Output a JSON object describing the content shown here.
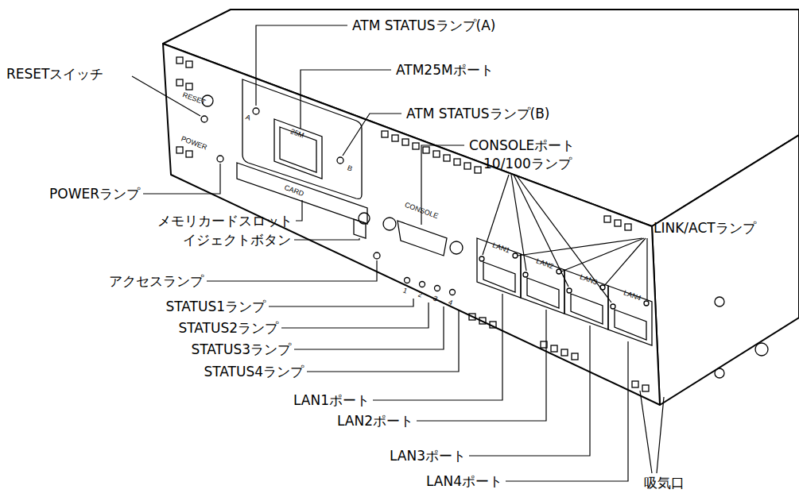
{
  "diagram": {
    "labels": [
      "ATM STATUSランプ(A)",
      "ATM25Mポート",
      "ATM STATUSランプ(B)",
      "CONSOLEポート",
      "10/100ランプ",
      "RESETスイッチ",
      "POWERランプ",
      "メモリカードスロット",
      "イジェクトボタン",
      "LINK/ACTランプ",
      "アクセスランプ",
      "STATUS1ランプ",
      "STATUS2ランプ",
      "STATUS3ランプ",
      "STATUS4ランプ",
      "LAN1ポート",
      "LAN2ポート",
      "LAN3ポート",
      "LAN4ポート",
      "吸気口",
      "A",
      "25M",
      "B",
      "RESET",
      "POWER",
      "CARD",
      "CONSOLE",
      "1",
      "2",
      "3",
      "4",
      "LAN1",
      "LAN2",
      "LAN3",
      "LAN4"
    ]
  }
}
